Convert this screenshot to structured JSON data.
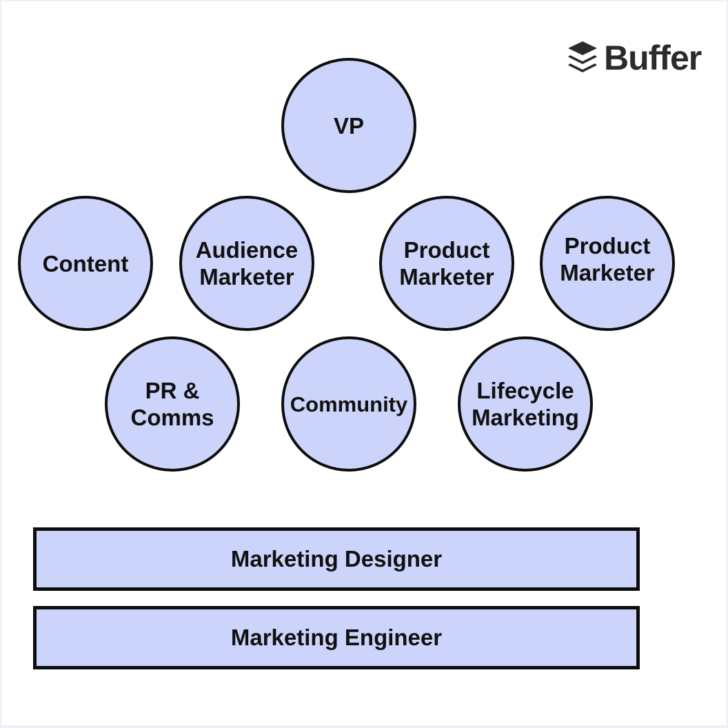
{
  "brand": {
    "name": "Buffer",
    "icon": "buffer-stack-icon",
    "color": "#2b2b2b"
  },
  "colors": {
    "node_fill": "#ccd4fb",
    "outline": "#0d0d0d"
  },
  "nodes": {
    "vp": "VP",
    "content": "Content",
    "audience_marketer": "Audience\nMarketer",
    "product_marketer_1": "Product\nMarketer",
    "product_marketer_2": "Product\nMarketer",
    "pr_comms": "PR &\nComms",
    "community": "Community",
    "lifecycle_marketing": "Lifecycle\nMarketing"
  },
  "bars": {
    "marketing_designer": "Marketing Designer",
    "marketing_engineer": "Marketing Engineer"
  }
}
